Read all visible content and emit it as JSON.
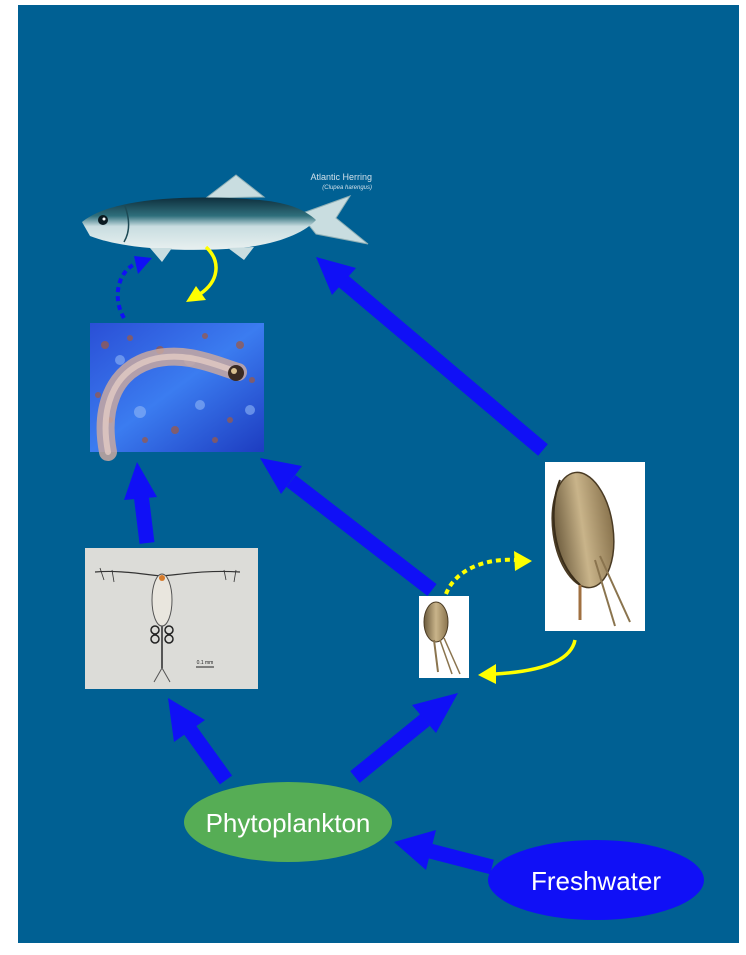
{
  "fish": {
    "common_name": "Atlantic Herring",
    "latin_name": "(Clupea harengus)"
  },
  "nodes": {
    "phytoplankton": "Phytoplankton",
    "freshwater": "Freshwater"
  },
  "copepod_slide": {
    "scale_bar": "0.1 mm"
  },
  "colors": {
    "background": "#006093",
    "feeding_arrow": "#1010f6",
    "lifecycle_arrow": "#ffff00",
    "phytoplankton_node": "#56ad55",
    "freshwater_node": "#1010f6"
  }
}
